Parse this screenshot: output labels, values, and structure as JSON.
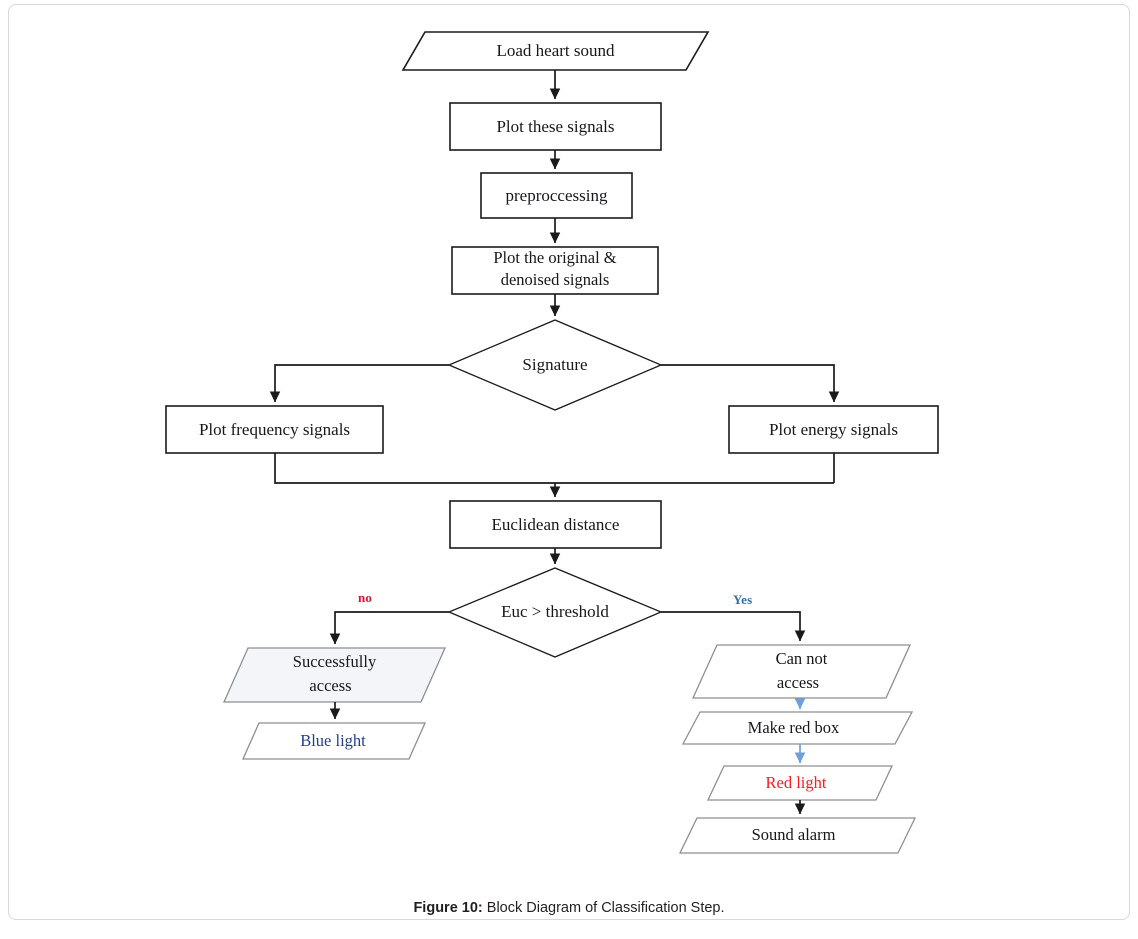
{
  "figure": {
    "caption_label": "Figure 10:",
    "caption_text": "Block Diagram of Classification Step."
  },
  "colors": {
    "stroke": "#1a1a1a",
    "light_stroke": "#9a9a9a",
    "blue_arrow": "#6f9fd8",
    "no_label": "#e8112d",
    "yes_label": "#2f6fb5",
    "red_light_text": "#ff1a1a",
    "blue_light_text": "#1f3f91",
    "page_border": "#d8d8d8",
    "node_fill": "#ffffff",
    "shaded_fill": "#f3f5f8"
  },
  "chart_data": {
    "type": "flowchart",
    "title": "Block Diagram of Classification Step",
    "nodes": [
      {
        "id": "load",
        "label": "Load heart sound",
        "shape": "parallelogram"
      },
      {
        "id": "plot_signals",
        "label": "Plot these signals",
        "shape": "rectangle"
      },
      {
        "id": "preprocessing",
        "label": "preproccessing",
        "shape": "rectangle"
      },
      {
        "id": "plot_orig",
        "label": "Plot the original &\ndenoised signals",
        "shape": "rectangle"
      },
      {
        "id": "signature",
        "label": "Signature",
        "shape": "diamond"
      },
      {
        "id": "plot_freq",
        "label": "Plot frequency signals",
        "shape": "rectangle"
      },
      {
        "id": "plot_energy",
        "label": "Plot energy signals",
        "shape": "rectangle"
      },
      {
        "id": "euclidean",
        "label": "Euclidean distance",
        "shape": "rectangle"
      },
      {
        "id": "euc_threshold",
        "label": "Euc > threshold",
        "shape": "diamond"
      },
      {
        "id": "success",
        "label": "Successfully\naccess",
        "shape": "parallelogram"
      },
      {
        "id": "blue_light",
        "label": "Blue light",
        "shape": "parallelogram"
      },
      {
        "id": "cannot",
        "label": "Can not\naccess",
        "shape": "parallelogram"
      },
      {
        "id": "red_box",
        "label": "Make red box",
        "shape": "parallelogram"
      },
      {
        "id": "red_light",
        "label": "Red light",
        "shape": "parallelogram"
      },
      {
        "id": "sound_alarm",
        "label": "Sound alarm",
        "shape": "parallelogram"
      }
    ],
    "edges": [
      {
        "from": "load",
        "to": "plot_signals",
        "label": ""
      },
      {
        "from": "plot_signals",
        "to": "preprocessing",
        "label": ""
      },
      {
        "from": "preprocessing",
        "to": "plot_orig",
        "label": ""
      },
      {
        "from": "plot_orig",
        "to": "signature",
        "label": ""
      },
      {
        "from": "signature",
        "to": "plot_freq",
        "label": ""
      },
      {
        "from": "signature",
        "to": "plot_energy",
        "label": ""
      },
      {
        "from": "plot_freq",
        "to": "euclidean",
        "label": ""
      },
      {
        "from": "plot_energy",
        "to": "euclidean",
        "label": ""
      },
      {
        "from": "euclidean",
        "to": "euc_threshold",
        "label": ""
      },
      {
        "from": "euc_threshold",
        "to": "success",
        "label": "no"
      },
      {
        "from": "euc_threshold",
        "to": "cannot",
        "label": "Yes"
      },
      {
        "from": "success",
        "to": "blue_light",
        "label": ""
      },
      {
        "from": "cannot",
        "to": "red_box",
        "label": ""
      },
      {
        "from": "red_box",
        "to": "red_light",
        "label": ""
      },
      {
        "from": "red_light",
        "to": "sound_alarm",
        "label": ""
      }
    ]
  },
  "nodes": {
    "load": "Load heart sound",
    "plot_signals": "Plot these signals",
    "preprocessing": "preproccessing",
    "plot_orig_line1": "Plot the original &",
    "plot_orig_line2": "denoised signals",
    "signature": "Signature",
    "plot_freq": "Plot frequency signals",
    "plot_energy": "Plot energy signals",
    "euclidean": "Euclidean distance",
    "euc_threshold": "Euc > threshold",
    "success_line1": "Successfully",
    "success_line2": "access",
    "blue_light": "Blue light",
    "cannot_line1": "Can not",
    "cannot_line2": "access",
    "red_box": "Make red box",
    "red_light": "Red light",
    "sound_alarm": "Sound alarm"
  },
  "branch_labels": {
    "no": "no",
    "yes": "Yes"
  }
}
